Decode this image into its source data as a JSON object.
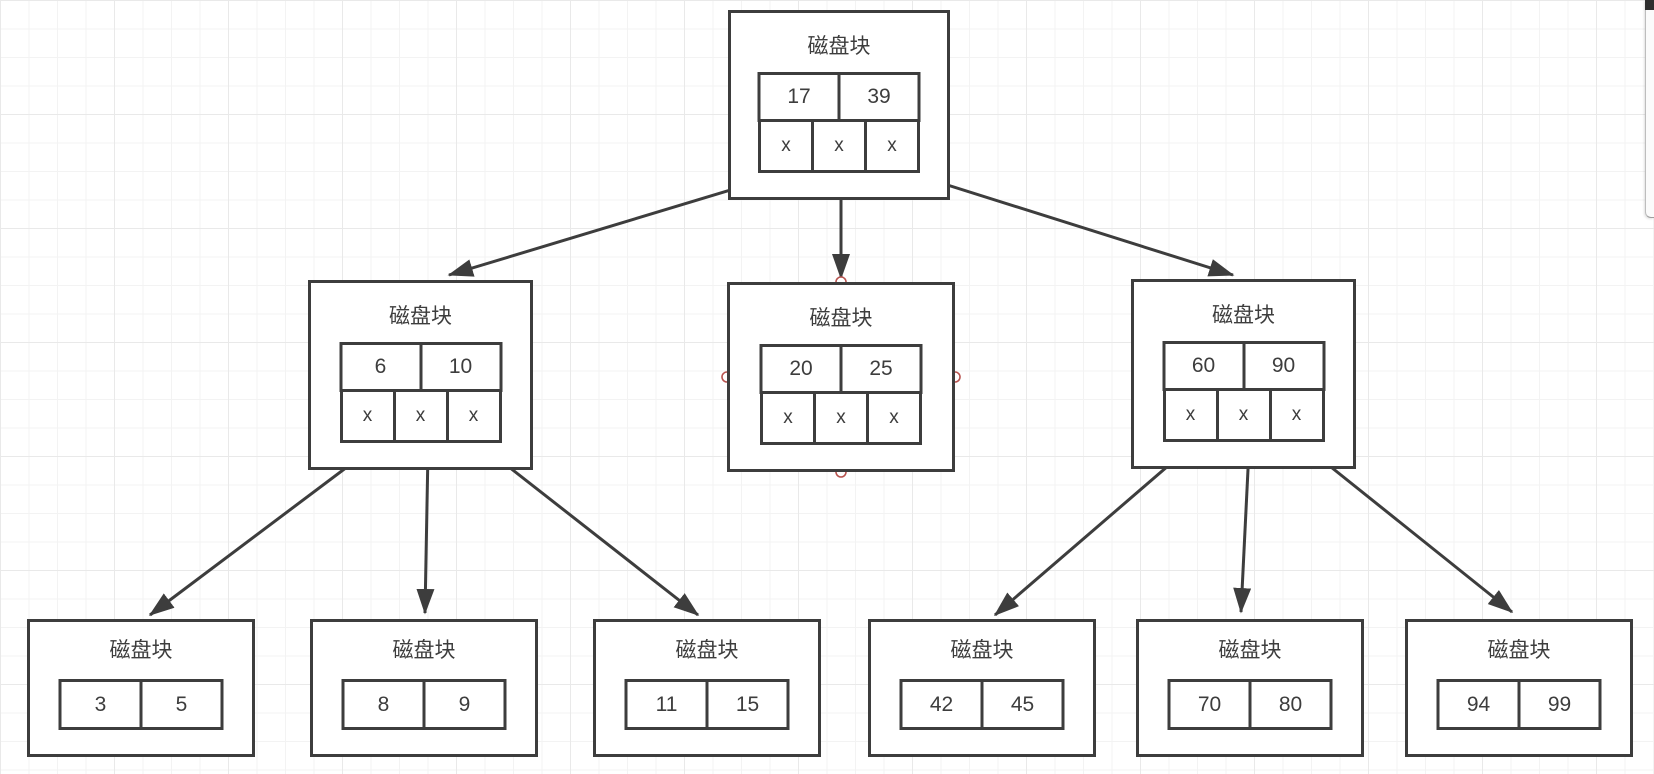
{
  "colors": {
    "shape_stroke": "#3d3d3d",
    "text": "#3d3d3d",
    "anchor_ring": "#b85450",
    "grid_minor": "#f3f3f3",
    "grid_major": "#e9e9e9",
    "canvas_bg": "#ffffff"
  },
  "nodes": [
    {
      "id": "root",
      "title": "磁盘块",
      "keys": [
        "17",
        "39"
      ],
      "pointers": [
        "x",
        "x",
        "x"
      ]
    },
    {
      "id": "mid-left",
      "title": "磁盘块",
      "keys": [
        "6",
        "10"
      ],
      "pointers": [
        "x",
        "x",
        "x"
      ]
    },
    {
      "id": "mid-center",
      "title": "磁盘块",
      "keys": [
        "20",
        "25"
      ],
      "pointers": [
        "x",
        "x",
        "x"
      ]
    },
    {
      "id": "mid-right",
      "title": "磁盘块",
      "keys": [
        "60",
        "90"
      ],
      "pointers": [
        "x",
        "x",
        "x"
      ]
    },
    {
      "id": "leaf-1",
      "title": "磁盘块",
      "keys": [
        "3",
        "5"
      ]
    },
    {
      "id": "leaf-2",
      "title": "磁盘块",
      "keys": [
        "8",
        "9"
      ]
    },
    {
      "id": "leaf-3",
      "title": "磁盘块",
      "keys": [
        "11",
        "15"
      ]
    },
    {
      "id": "leaf-4",
      "title": "磁盘块",
      "keys": [
        "42",
        "45"
      ]
    },
    {
      "id": "leaf-5",
      "title": "磁盘块",
      "keys": [
        "70",
        "80"
      ]
    },
    {
      "id": "leaf-6",
      "title": "磁盘块",
      "keys": [
        "94",
        "99"
      ]
    }
  ],
  "edges": [
    {
      "from": "root",
      "to": "mid-left"
    },
    {
      "from": "root",
      "to": "mid-center"
    },
    {
      "from": "root",
      "to": "mid-right"
    },
    {
      "from": "mid-left",
      "to": "leaf-1"
    },
    {
      "from": "mid-left",
      "to": "leaf-2"
    },
    {
      "from": "mid-left",
      "to": "leaf-3"
    },
    {
      "from": "mid-right",
      "to": "leaf-4"
    },
    {
      "from": "mid-right",
      "to": "leaf-5"
    },
    {
      "from": "mid-right",
      "to": "leaf-6"
    }
  ],
  "selection": {
    "node_with_anchors": "mid-center",
    "anchor_positions": [
      "top",
      "left",
      "right",
      "bottom"
    ]
  }
}
